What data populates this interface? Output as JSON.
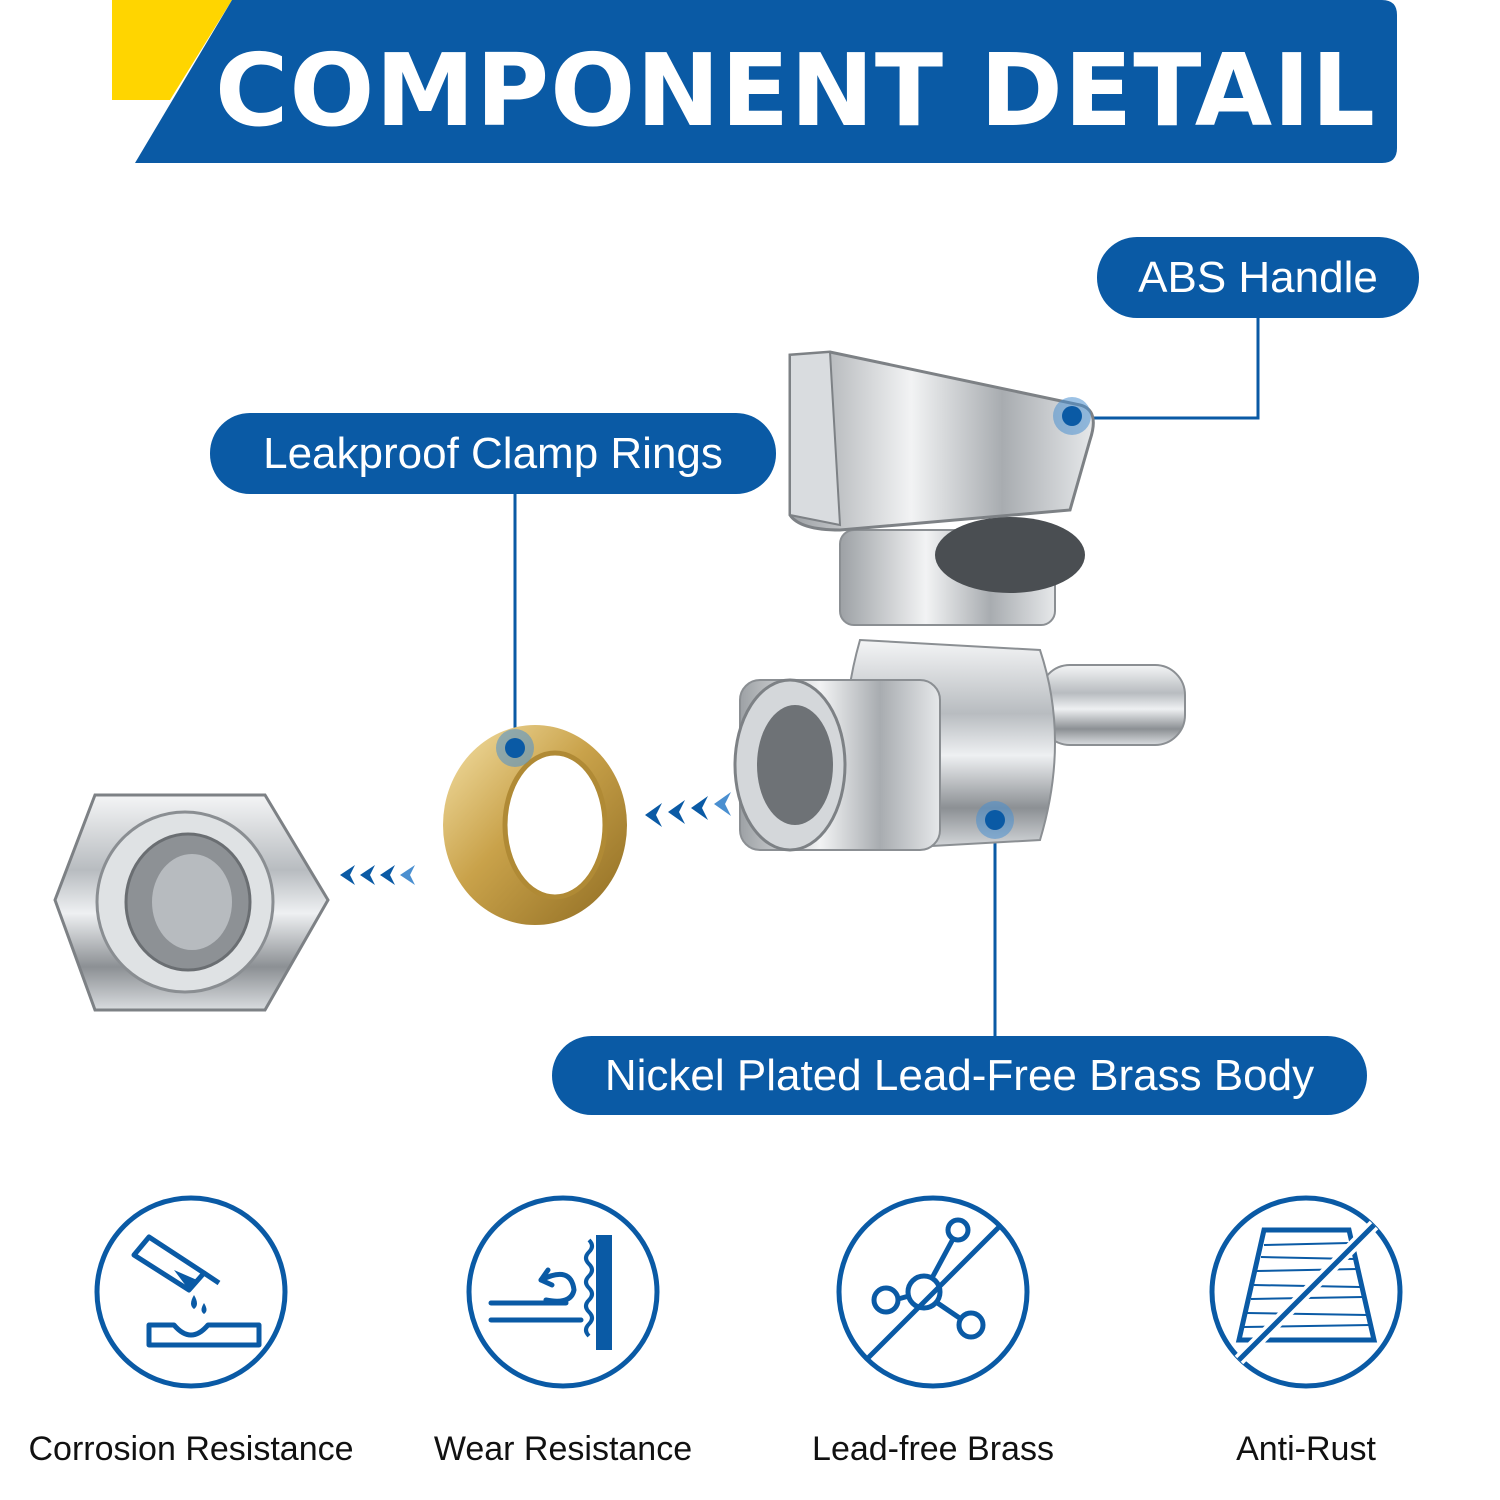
{
  "header": {
    "title": "COMPONENT DETAIL"
  },
  "callouts": {
    "handle": "ABS Handle",
    "clamp_rings": "Leakproof Clamp Rings",
    "body": "Nickel Plated Lead-Free Brass Body"
  },
  "features": [
    {
      "label": "Corrosion Resistance",
      "icon": "corrosion-resistance-icon"
    },
    {
      "label": "Wear Resistance",
      "icon": "wear-resistance-icon"
    },
    {
      "label": "Lead-free Brass",
      "icon": "lead-free-brass-icon"
    },
    {
      "label": "Anti-Rust",
      "icon": "anti-rust-icon"
    }
  ],
  "colors": {
    "brand_blue": "#0a5aa5",
    "accent_yellow": "#ffd500",
    "brass": "#c9a24a",
    "chrome": "#c8ccd0"
  }
}
